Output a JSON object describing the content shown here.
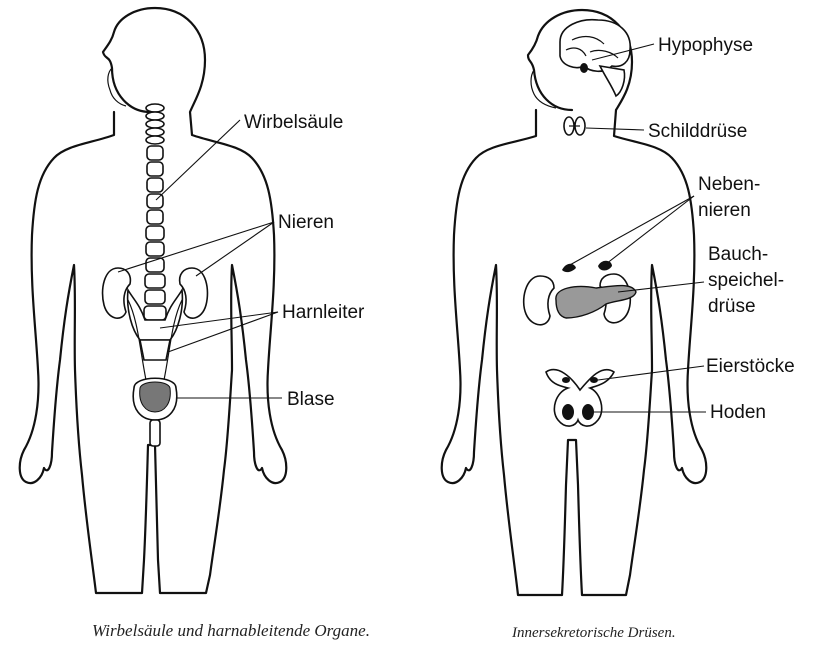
{
  "left_figure": {
    "labels": {
      "wirbelsaeule": "Wirbelsäule",
      "nieren": "Nieren",
      "harnleiter": "Harnleiter",
      "blase": "Blase"
    },
    "caption": "Wirbelsäule und harnableitende Organe."
  },
  "right_figure": {
    "labels": {
      "hypophyse": "Hypophyse",
      "schilddruese": "Schilddrüse",
      "nebennieren_1": "Neben-",
      "nebennieren_2": "nieren",
      "bauch_1": "Bauch-",
      "bauch_2": "speichel-",
      "bauch_3": "drüse",
      "eierstoecke": "Eierstöcke",
      "hoden": "Hoden"
    },
    "caption": "Innersekretorische Drüsen."
  },
  "colors": {
    "ink": "#111111",
    "paper": "#ffffff"
  }
}
